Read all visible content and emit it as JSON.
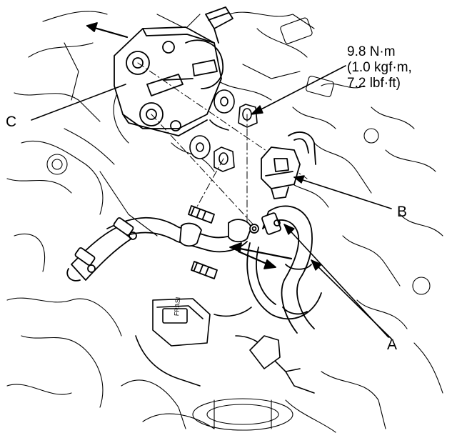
{
  "diagram": {
    "torque_spec": {
      "line1": "9.8 N·m",
      "line2": "(1.0 kgf·m,",
      "line3": "7.2 lbf·ft)"
    },
    "callouts": {
      "a": "A",
      "b": "B",
      "c": "C"
    },
    "part_marking": "FRASI"
  }
}
